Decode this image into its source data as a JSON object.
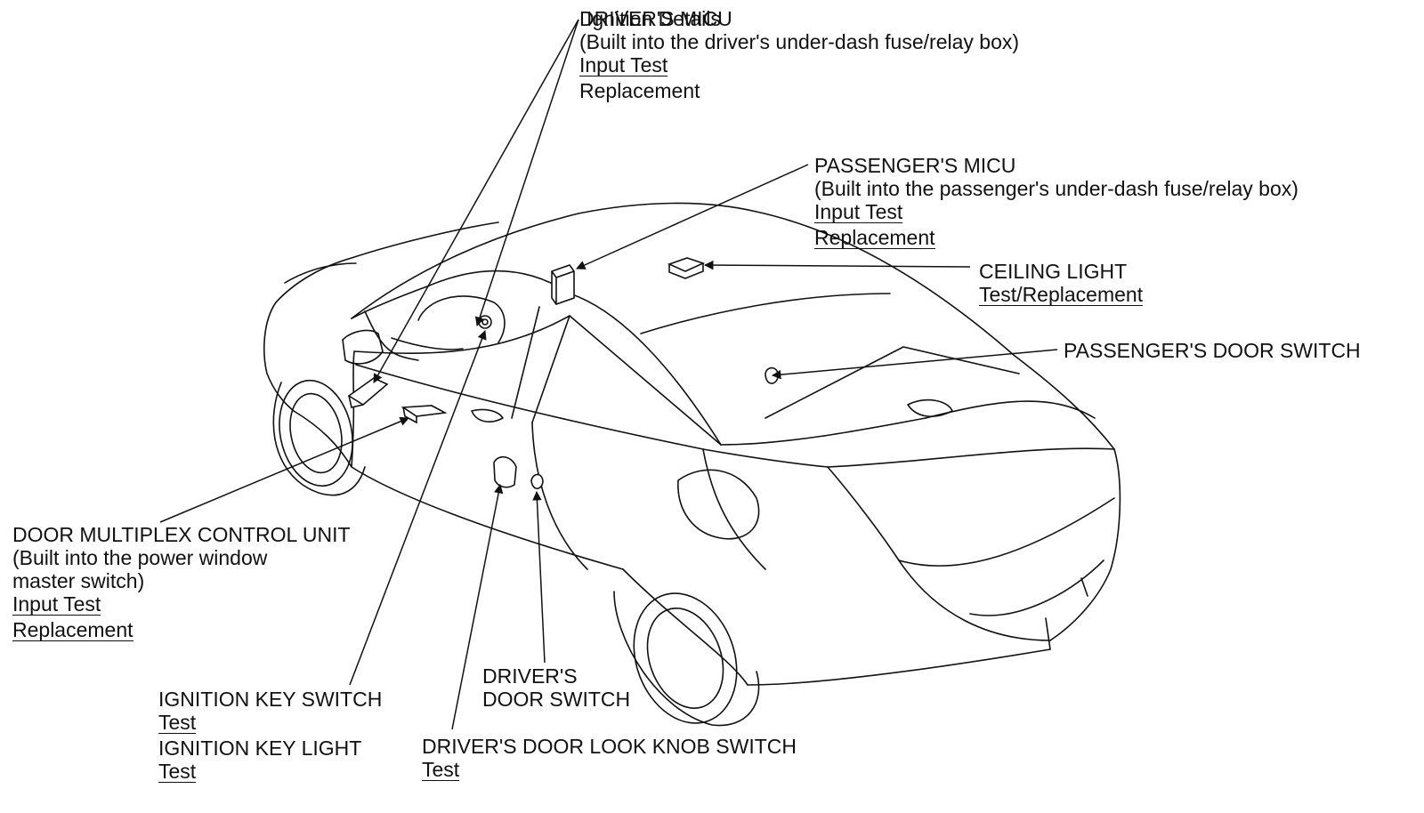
{
  "colors": {
    "ink": "#111111",
    "paper": "#ffffff"
  },
  "labels": {
    "drivers_micu": {
      "title_overlap_a": "DRIVER'S MICU",
      "title_overlap_b": "Ignition Details",
      "note": "(Built into the driver's under-dash fuse/relay box)",
      "link_1": "Input Test",
      "link_2": "Replacement"
    },
    "passengers_micu": {
      "title": "PASSENGER'S MICU",
      "note": "(Built into the passenger's under-dash fuse/relay box)",
      "link_1": "Input Test",
      "link_2": "Replacement"
    },
    "ceiling_light": {
      "title": "CEILING LIGHT",
      "link_1": "Test/Replacement"
    },
    "passengers_door_switch": {
      "title": "PASSENGER'S DOOR SWITCH"
    },
    "door_multiplex": {
      "title": "DOOR MULTIPLEX CONTROL UNIT",
      "note_1": "(Built into the power window",
      "note_2": "master switch)",
      "link_1": "Input Test",
      "link_2": "Replacement"
    },
    "ignition": {
      "title_1": "IGNITION KEY SWITCH",
      "link_1": "Test",
      "title_2": "IGNITION KEY LIGHT",
      "link_2": "Test"
    },
    "drivers_door_switch": {
      "title_1": "DRIVER'S",
      "title_2": "DOOR SWITCH"
    },
    "lock_knob": {
      "title": "DRIVER'S DOOR LOOK KNOB SWITCH",
      "link_1": "Test"
    }
  }
}
